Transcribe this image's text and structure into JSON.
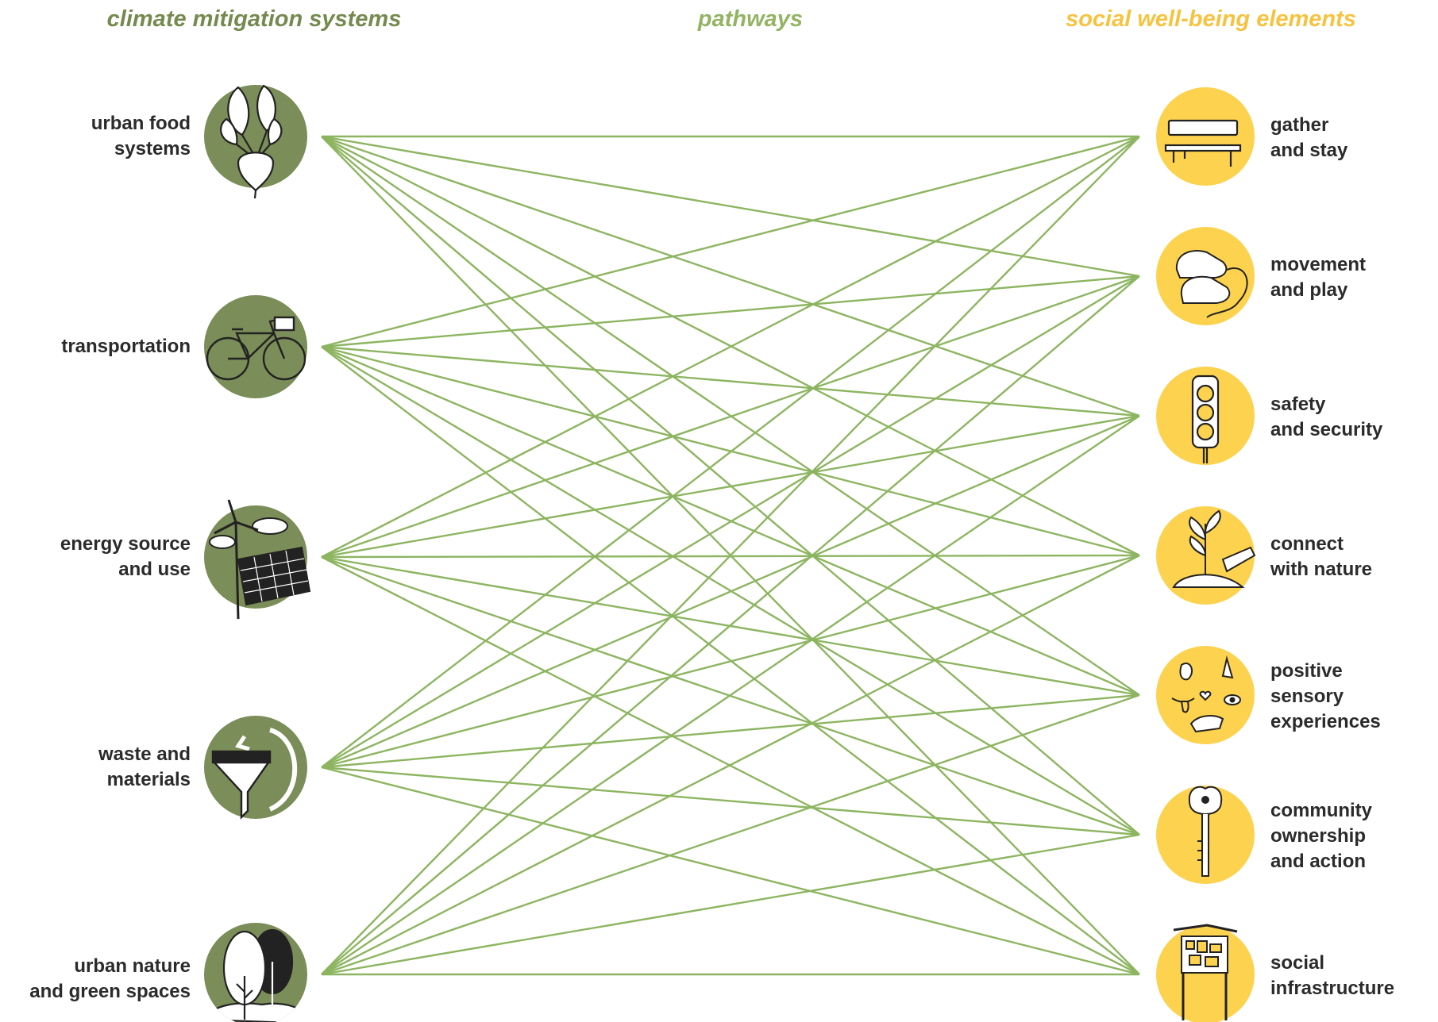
{
  "headings": {
    "left": "climate mitigation systems",
    "middle": "pathways",
    "right": "social well-being elements"
  },
  "colors": {
    "left_heading": "#748a4f",
    "middle_heading": "#93b463",
    "right_heading": "#f6c341",
    "left_circle": "#7b8d58",
    "right_circle": "#fdd24f",
    "lines": "#8db561",
    "label_text": "#2b2b2b"
  },
  "left_nodes": [
    {
      "label": "urban food\nsystems",
      "icon": "beet-icon"
    },
    {
      "label": "transportation",
      "icon": "bicycle-icon"
    },
    {
      "label": "energy source\nand use",
      "icon": "wind-solar-icon"
    },
    {
      "label": "waste and\nmaterials",
      "icon": "funnel-recycle-icon"
    },
    {
      "label": "urban nature\nand green spaces",
      "icon": "trees-icon"
    }
  ],
  "right_nodes": [
    {
      "label": "gather\nand stay",
      "icon": "bench-icon"
    },
    {
      "label": "movement\nand play",
      "icon": "sneakers-icon"
    },
    {
      "label": "safety\nand security",
      "icon": "traffic-light-icon"
    },
    {
      "label": "connect\nwith nature",
      "icon": "seedling-hands-icon"
    },
    {
      "label": "positive\nsensory\nexperiences",
      "icon": "senses-icon"
    },
    {
      "label": "community\nownership\nand action",
      "icon": "key-icon"
    },
    {
      "label": "social\ninfrastructure",
      "icon": "notice-board-icon"
    }
  ]
}
